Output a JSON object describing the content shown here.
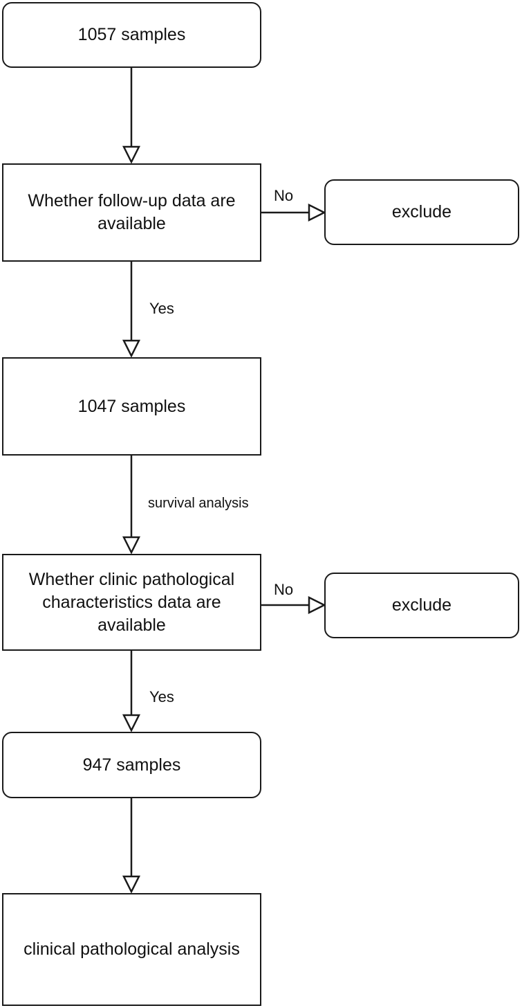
{
  "nodes": {
    "start": "1057 samples",
    "q1": "Whether follow-up data are available",
    "ex1": "exclude",
    "n2": "1047 samples",
    "q2": "Whether clinic pathological characteristics data are available",
    "ex2": "exclude",
    "n3": "947 samples",
    "end": "clinical pathological analysis"
  },
  "edges": {
    "q1_no": "No",
    "q1_yes": "Yes",
    "n2_label": "survival analysis",
    "q2_no": "No",
    "q2_yes": "Yes"
  }
}
